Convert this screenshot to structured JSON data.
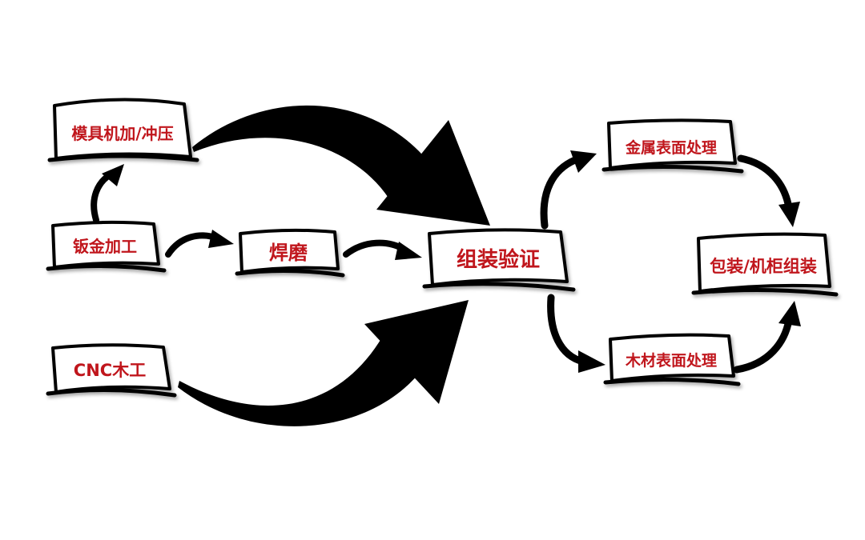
{
  "colors": {
    "text": "#c0141c",
    "ink": "#000000",
    "background": "#ffffff"
  },
  "nodes": {
    "mold": {
      "label": "模具机加/冲压"
    },
    "sheet_metal": {
      "label": "钣金加工"
    },
    "cnc_wood": {
      "label": "CNC木工"
    },
    "weld_grind": {
      "label": "焊磨"
    },
    "assembly_verify": {
      "label": "组装验证"
    },
    "metal_finish": {
      "label": "金属表面处理"
    },
    "wood_finish": {
      "label": "木材表面处理"
    },
    "pack_cabinet": {
      "label": "包装/机柜组装"
    }
  },
  "edges": [
    {
      "from": "sheet_metal",
      "to": "mold"
    },
    {
      "from": "sheet_metal",
      "to": "weld_grind"
    },
    {
      "from": "weld_grind",
      "to": "assembly_verify"
    },
    {
      "from": "mold",
      "to": "assembly_verify"
    },
    {
      "from": "cnc_wood",
      "to": "assembly_verify"
    },
    {
      "from": "assembly_verify",
      "to": "metal_finish"
    },
    {
      "from": "assembly_verify",
      "to": "wood_finish"
    },
    {
      "from": "metal_finish",
      "to": "pack_cabinet"
    },
    {
      "from": "wood_finish",
      "to": "pack_cabinet"
    }
  ]
}
